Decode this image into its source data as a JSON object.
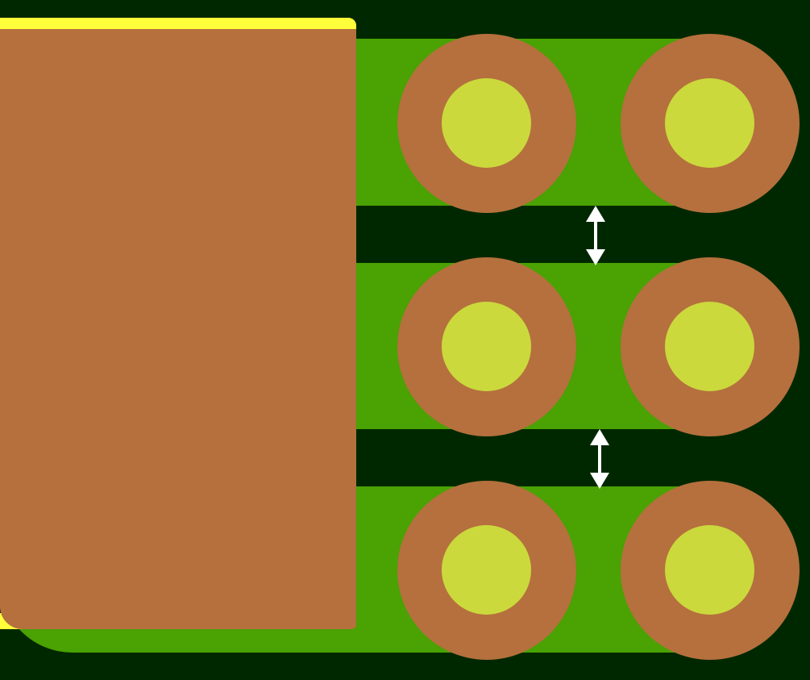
{
  "colors": {
    "background": "#002800",
    "silkscreen": "#ffff3a",
    "copper": "#b5703d",
    "solder_mask": "#4aa203",
    "drill_hole": "#cbd93c",
    "dimension_arrow": "#ffffff"
  },
  "pad_grid": {
    "rows": 3,
    "columns": 2
  },
  "clearance_markers": 2
}
